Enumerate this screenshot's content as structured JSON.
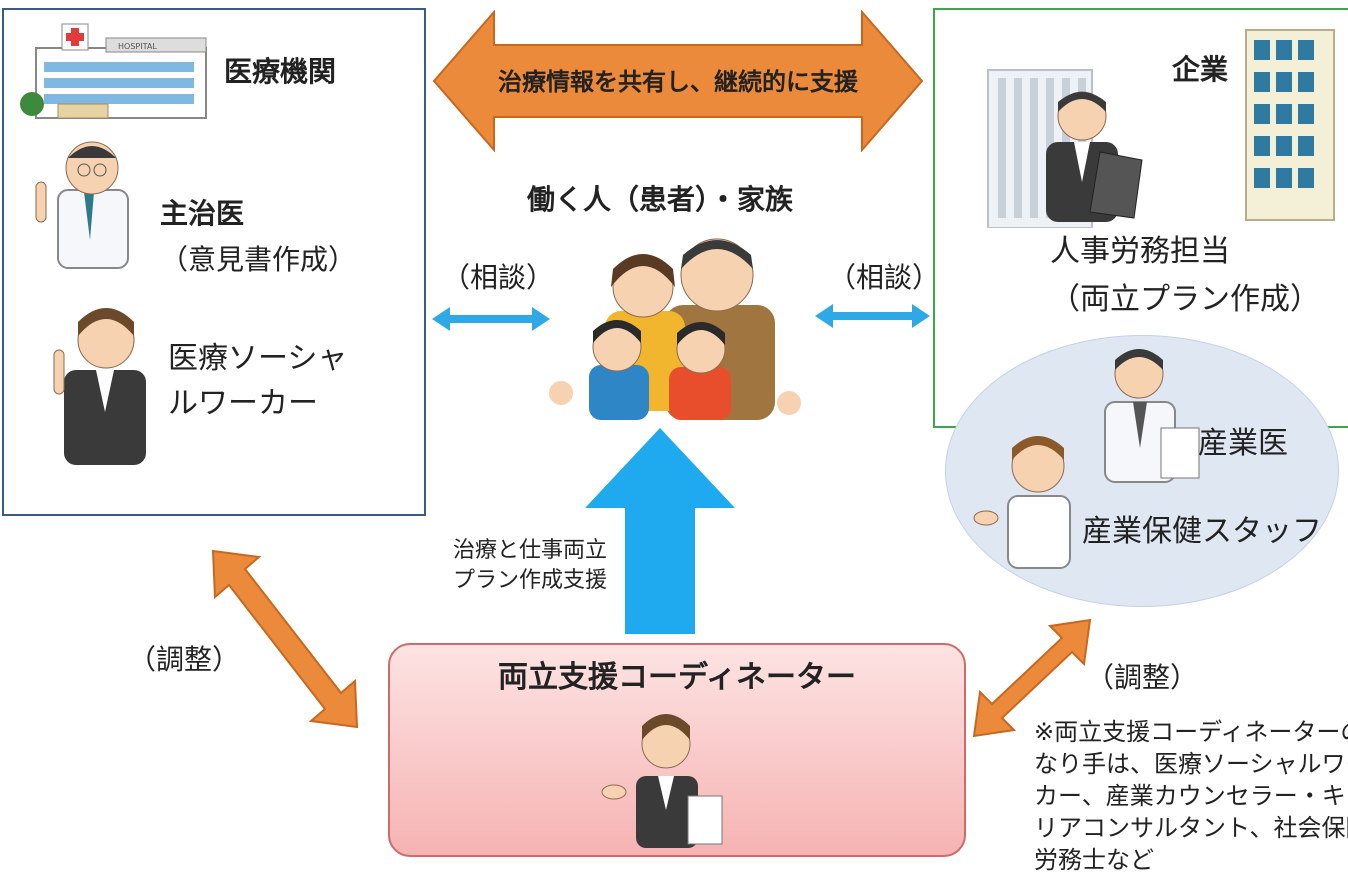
{
  "top_arrow": {
    "label": "治療情報を共有し、継続的に支援"
  },
  "medical": {
    "title": "医療機関",
    "doctor": {
      "name": "主治医",
      "role": "（意見書作成）"
    },
    "msw": {
      "line1": "医療ソーシャ",
      "line2": "ルワーカー"
    }
  },
  "center": {
    "title": "働く人（患者）・家族"
  },
  "consult_left": "（相談）",
  "consult_right": "（相談）",
  "company": {
    "title": "企業",
    "hr": {
      "line1": "人事労務担当",
      "line2": "（両立プラン作成）"
    },
    "industrial_doctor": "産業医",
    "health_staff": "産業保健スタッフ"
  },
  "support_arrow": {
    "line1": "治療と仕事両立",
    "line2": "プラン作成支援"
  },
  "adjust_left": "（調整）",
  "adjust_right": "（調整）",
  "coordinator": {
    "title": "両立支援コーディネーター"
  },
  "note": {
    "lines": [
      "※両立支援コーディネーターの",
      "なり手は、医療ソーシャルワー",
      "カー、産業カウンセラー・キャ",
      "リアコンサルタント、社会保険",
      "労務士など"
    ]
  },
  "icons": {
    "hospital": "hospital-building-icon",
    "doctor": "doctor-illustration",
    "msw": "social-worker-illustration",
    "family": "family-illustration",
    "office": "office-buildings-icon",
    "hr": "hr-staff-illustration",
    "coordinator": "coordinator-illustration"
  },
  "colors": {
    "orange_arrow": "#ec8a3c",
    "blue_arrow": "#2fa9e6",
    "medical_border": "#3a5a8c",
    "company_border": "#3aa84a",
    "coordinator_fill": "#f6b3b3"
  }
}
